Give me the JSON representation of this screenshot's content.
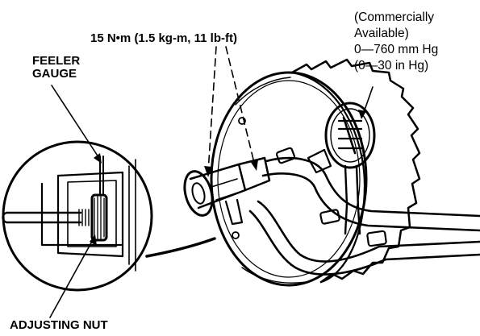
{
  "labels": {
    "torque_spec": "15 N•m (1.5 kg-m, 11 lb-ft)",
    "feeler_gauge_line1": "FEELER",
    "feeler_gauge_line2": "GAUGE",
    "adjusting_nut": "ADJUSTING NUT",
    "gauge_note_line1": "(Commercially",
    "gauge_note_line2": "Available)",
    "gauge_range_mmhg": "0—760 mm Hg",
    "gauge_range_inhg": "(0—30 in Hg)"
  }
}
